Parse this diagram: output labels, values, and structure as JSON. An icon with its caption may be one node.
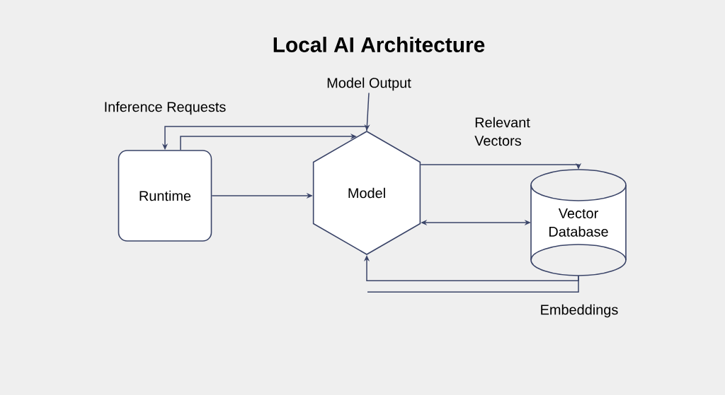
{
  "diagram": {
    "title": "Local AI Architecture",
    "nodes": [
      {
        "text": [
          "Runtime"
        ]
      },
      {
        "text": [
          "Model"
        ]
      },
      {
        "text": [
          "Vector Database"
        ]
      },
      {
        "text": [
          "Model Output"
        ]
      }
    ],
    "edges": [
      {
        "from": 1,
        "to": 0,
        "arrow": "to"
      },
      {
        "from": 0,
        "to": 1,
        "arrow": "to"
      },
      {
        "from": 3,
        "to": 1,
        "arrow": "to"
      },
      {
        "from": 0,
        "to": 1,
        "arrow": "to"
      },
      {
        "from": 1,
        "to": 2,
        "arrow": "to"
      },
      {
        "from": 1,
        "to": 2,
        "arrow": "both"
      },
      {
        "from": 2,
        "to": 1,
        "arrow": "to"
      },
      {
        "from": 2,
        "to": null,
        "arrow": "none"
      }
    ],
    "labels": [
      "Inference Requests",
      "Relevant Vectors",
      "Embeddings"
    ]
  }
}
